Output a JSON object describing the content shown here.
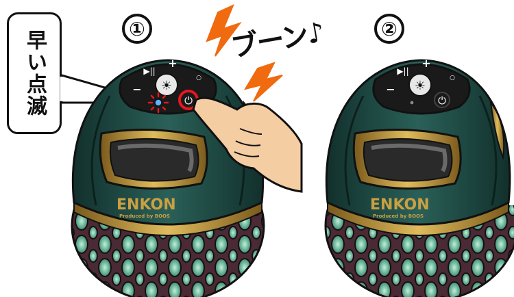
{
  "steps": {
    "step1": "①",
    "step2": "②"
  },
  "callout": {
    "label": "早い点滅"
  },
  "sound_effect": "ブーン♪",
  "speaker": {
    "brand": "ENKON",
    "subtext": "Produced by BOOS",
    "buttons": {
      "plus": "+",
      "minus": "−",
      "play_pause": "▶||",
      "light": "☀",
      "bluetooth": "○",
      "power": "⏻"
    }
  },
  "colors": {
    "body": "#1f4a45",
    "body_dark": "#12302c",
    "gold": "#c9a043",
    "lattice": "#4a2a35",
    "glow": "#7fd0b0",
    "bolt": "#f06a10",
    "alert_red": "#e8161e",
    "skin": "#f5cda3"
  }
}
